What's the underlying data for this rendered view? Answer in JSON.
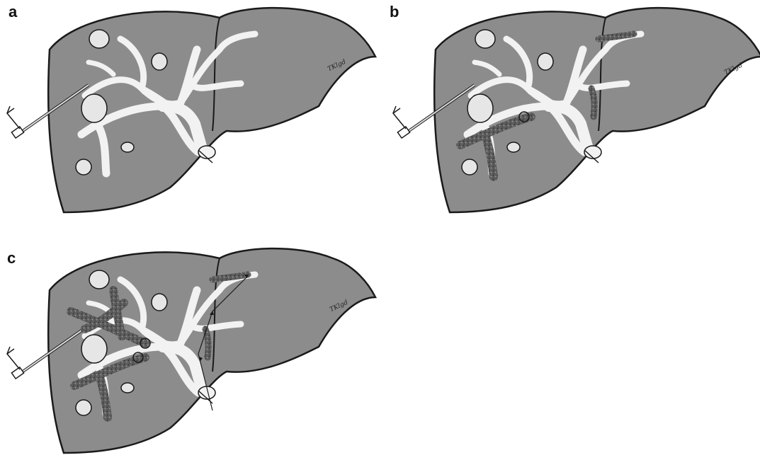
{
  "panels": [
    {
      "label": "a"
    },
    {
      "label": "b"
    },
    {
      "label": "c"
    }
  ],
  "signature": "TKlgd",
  "colors": {
    "liver": "#8c8c8c",
    "outline": "#1a1a1a",
    "duct": "#f2f2f2",
    "tumor": "#e6e6e6",
    "thrombus": "#6b6b6b"
  }
}
